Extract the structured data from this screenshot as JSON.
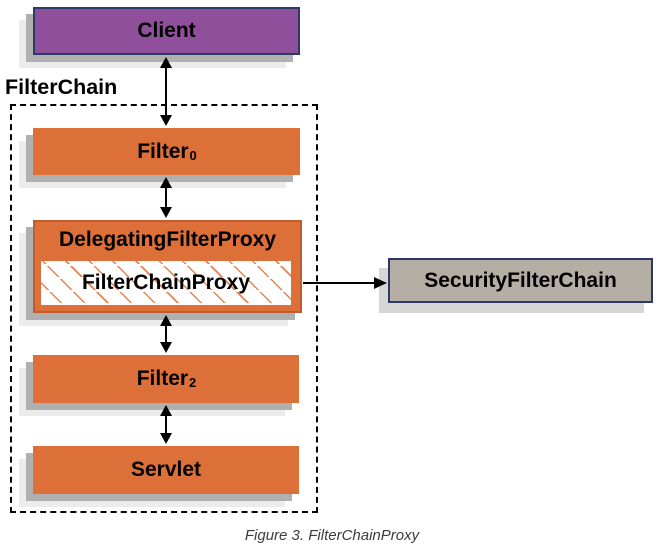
{
  "diagram": {
    "group_label": "FilterChain",
    "caption": "Figure 3. FilterChainProxy",
    "nodes": {
      "client": {
        "label": "Client"
      },
      "filter0": {
        "label": "Filter",
        "subscript": "0"
      },
      "delegating_filter_proxy": {
        "label": "DelegatingFilterProxy"
      },
      "filter_chain_proxy": {
        "label": "FilterChainProxy"
      },
      "security_filter_chain": {
        "label": "SecurityFilterChain"
      },
      "filter2": {
        "label": "Filter",
        "subscript": "2"
      },
      "servlet": {
        "label": "Servlet"
      }
    },
    "arrows": [
      {
        "name": "client-filter0",
        "type": "double-vertical"
      },
      {
        "name": "filter0-delegatingfilterproxy",
        "type": "double-vertical"
      },
      {
        "name": "filterchainproxy-securityfilterchain",
        "type": "single-right"
      },
      {
        "name": "delegatingfilterproxy-filter2",
        "type": "double-vertical"
      },
      {
        "name": "filter2-servlet",
        "type": "double-vertical"
      }
    ]
  },
  "colors": {
    "accent_orange": "#dd6f39",
    "orange_border": "#c05c2d",
    "purple": "#8f4f9b",
    "navy_border": "#2c3968",
    "gray_fill": "#b4aea4",
    "shadow": "#b0b0b0",
    "shadow_light": "#ececec",
    "shadow_soft": "#d6d6d6",
    "caption_color": "#3c3c3c"
  }
}
